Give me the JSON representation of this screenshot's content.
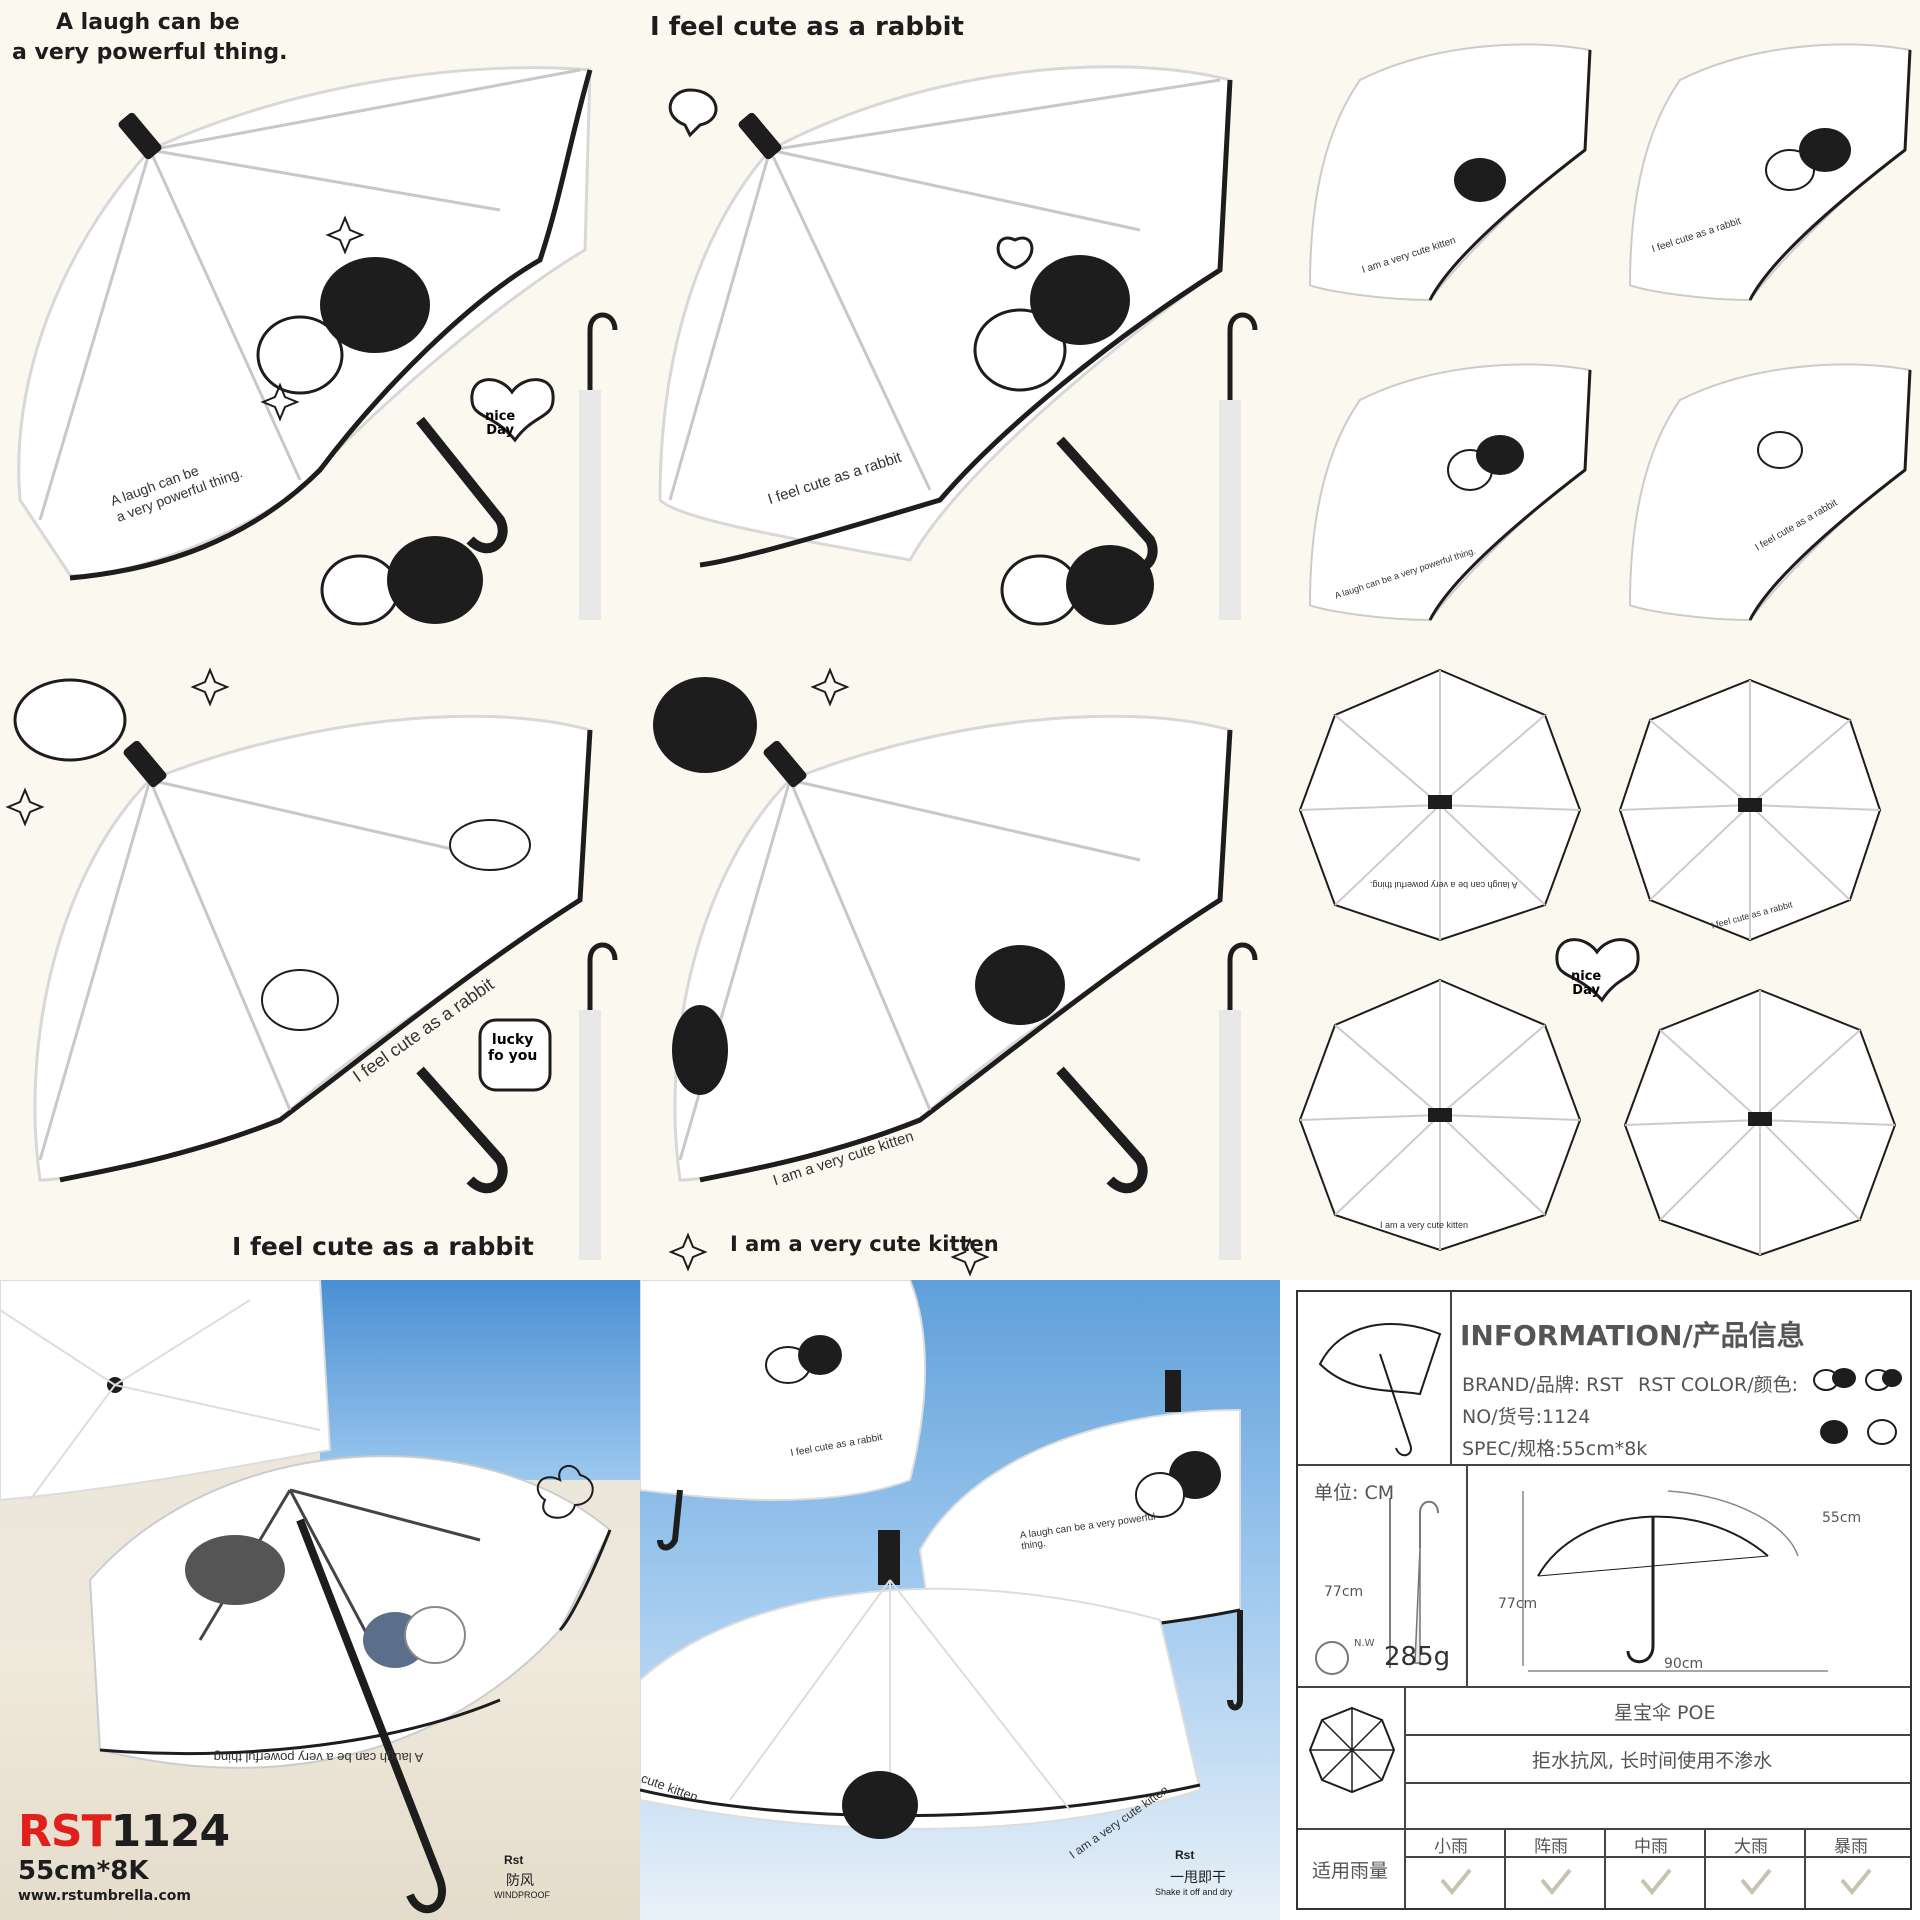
{
  "panel1": {
    "caption_line1": "A laugh can be",
    "caption_line2": "a very powerful thing.",
    "canopy_text_line1": "A laugh can be",
    "canopy_text_line2": "a very powerful thing.",
    "badge_line1": "nice",
    "badge_line2": "Day"
  },
  "panel2": {
    "caption": "I feel cute as a rabbit",
    "canopy_text": "I feel cute as a rabbit"
  },
  "panel3": {
    "canopy_text_a": "I am a very cute kitten",
    "canopy_text_b": "I feel cute as a rabbit",
    "canopy_text_c": "A laugh can be a very powerful thing.",
    "canopy_text_d": "I feel cute as a rabbit"
  },
  "panel4": {
    "caption": "I feel cute as a rabbit",
    "canopy_text": "I feel cute as a rabbit",
    "badge_line1": "lucky",
    "badge_line2": "fo you"
  },
  "panel5": {
    "caption": "I am a very cute kitten",
    "canopy_text": "I am a very cute kitten"
  },
  "panel6": {
    "badge_line1": "nice",
    "badge_line2": "Day",
    "canopy_text_a": "A laugh can be a very powerful thing.",
    "canopy_text_b": "I feel cute as a rabbit",
    "canopy_text_c": "I am a very cute kitten"
  },
  "panel7": {
    "model_brand": "RST",
    "model_number": "1124",
    "spec": "55cm*8K",
    "website": "www.rstumbrella.com",
    "feature_brand": "Rst",
    "feature_cn": "防风",
    "feature_en": "WINDPROOF",
    "canopy_text": "A laugh can be a very powerful thing."
  },
  "panel8": {
    "feature_brand": "Rst",
    "feature_cn": "一甩即干",
    "feature_en": "Shake it off and dry",
    "canopy_text_a": "I feel cute as a rabbit",
    "canopy_text_b": "A laugh can be a very powerful thing.",
    "canopy_text_c": "I am a very cute kitten",
    "canopy_text_d": "cute kitten"
  },
  "info": {
    "title": "INFORMATION/产品信息",
    "brand": "BRAND/品牌: RST",
    "color": "RST COLOR/颜色:",
    "number": "NO/货号:1124",
    "spec": "SPEC/规格:55cm*8k",
    "unit": "单位: CM",
    "len_closed": "77cm",
    "len_open": "77cm",
    "radius": "55cm",
    "width": "90cm",
    "nw_label": "N.W",
    "weight": "285g",
    "material": "星宝伞 POE",
    "feature": "拒水抗风, 长时间使用不渗水",
    "rain_label": "适用雨量",
    "rain_levels": [
      "小雨",
      "阵雨",
      "中雨",
      "大雨",
      "暴雨"
    ]
  },
  "colors": {
    "brand_red": "#e0201b",
    "ink": "#1d1d1d",
    "cream": "#fbf8ef",
    "sky": "#7fb4e6"
  }
}
